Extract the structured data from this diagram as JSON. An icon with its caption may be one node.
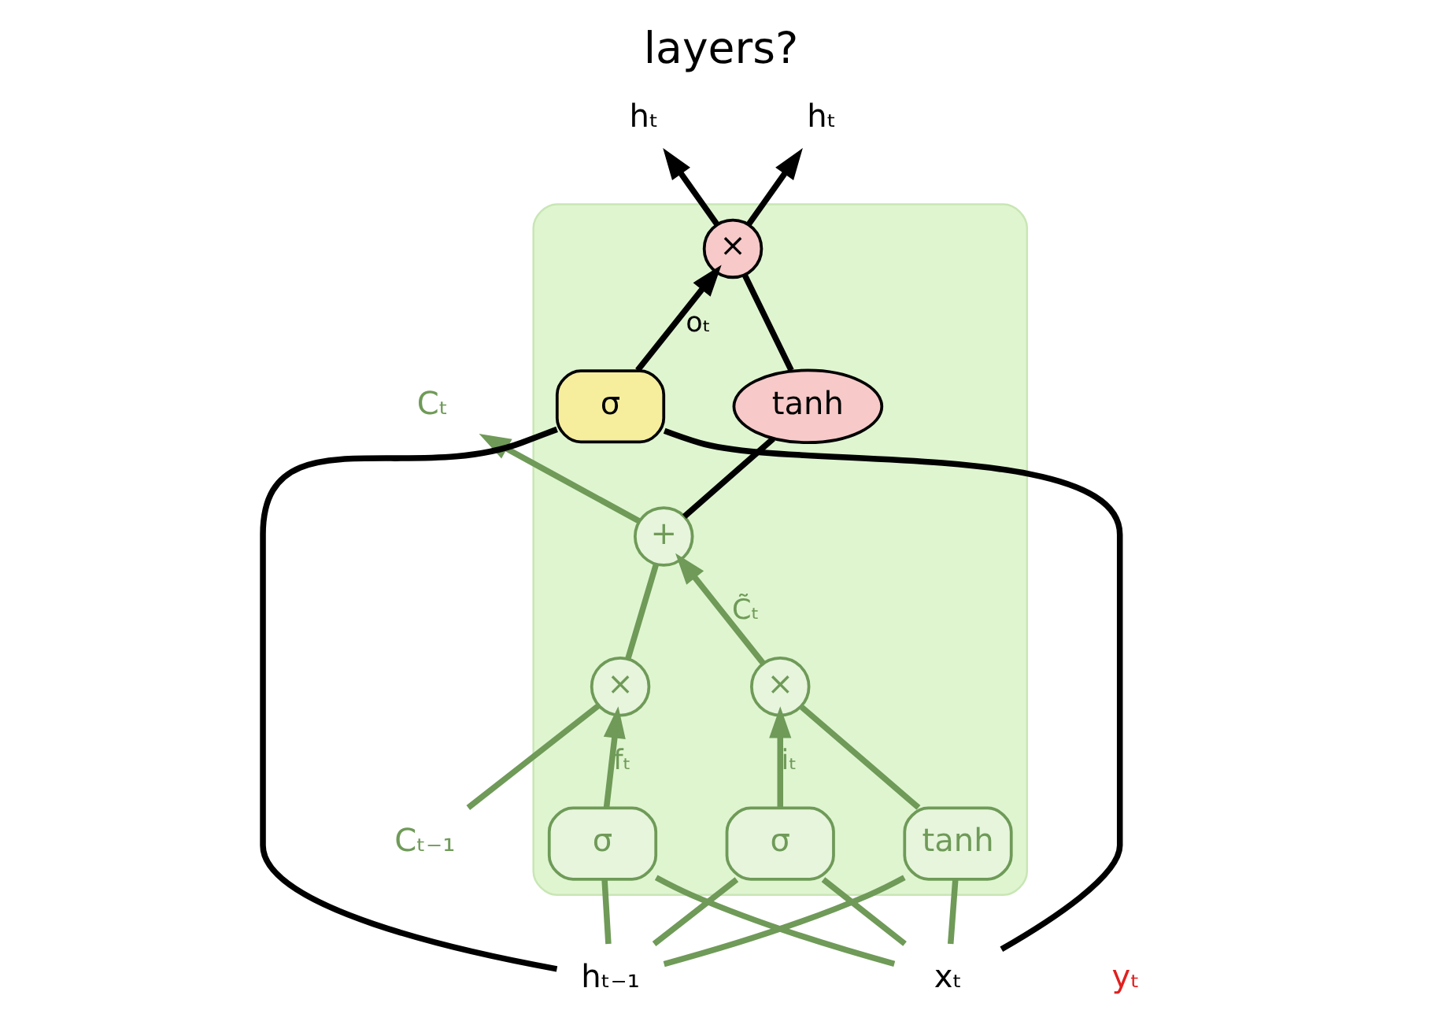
{
  "diagram": {
    "title": "layers?",
    "nodes": [
      {
        "text": [],
        "shape": "box"
      },
      {
        "text": [
          "Cₜ₋₁"
        ]
      },
      {
        "text": [
          "×"
        ],
        "in": 0
      },
      {
        "text": [
          "+"
        ],
        "in": 0
      },
      {
        "text": [
          "Cₜ"
        ]
      },
      {
        "text": [
          "σ"
        ],
        "in": 0
      },
      {
        "text": [
          "σ"
        ],
        "in": 0
      },
      {
        "text": [
          "tanh"
        ],
        "in": 0
      },
      {
        "text": [
          "×"
        ],
        "in": 0
      },
      {
        "text": [
          "σ"
        ],
        "in": 0
      },
      {
        "text": [
          "tanh"
        ],
        "in": 0
      },
      {
        "text": [
          "×"
        ],
        "in": 0
      },
      {
        "text": [
          "hₜ₋₁"
        ]
      },
      {
        "text": [
          "xₜ"
        ]
      },
      {
        "text": [
          "hₜ"
        ]
      },
      {
        "text": [
          "hₜ"
        ]
      }
    ],
    "edges": [
      {
        "from": 1,
        "to": 2,
        "arrow": "none"
      },
      {
        "from": 2,
        "to": 3,
        "arrow": "none"
      },
      {
        "from": 3,
        "to": 4,
        "arrow": "to"
      },
      {
        "from": 5,
        "to": 2,
        "arrow": "to",
        "label": "fₜ"
      },
      {
        "from": 6,
        "to": 8,
        "arrow": "to",
        "label": "iₜ"
      },
      {
        "from": 7,
        "to": 8,
        "arrow": "none"
      },
      {
        "from": 8,
        "to": 3,
        "arrow": "to",
        "label": "C̃ₜ"
      },
      {
        "from": 12,
        "to": 5,
        "arrow": "none"
      },
      {
        "from": 12,
        "to": 6,
        "arrow": "none"
      },
      {
        "from": 12,
        "to": 7,
        "arrow": "none"
      },
      {
        "from": 12,
        "to": 9,
        "arrow": "none",
        "color": "#000000"
      },
      {
        "from": 13,
        "to": 5,
        "arrow": "none"
      },
      {
        "from": 13,
        "to": 6,
        "arrow": "none"
      },
      {
        "from": 13,
        "to": 7,
        "arrow": "none"
      },
      {
        "from": 13,
        "to": 9,
        "arrow": "none",
        "color": "#000000"
      },
      {
        "from": 9,
        "to": 11,
        "arrow": "to",
        "label": "oₜ",
        "color": "#000000"
      },
      {
        "from": 3,
        "to": 10,
        "arrow": "none",
        "color": "#000000"
      },
      {
        "from": 10,
        "to": 11,
        "arrow": "none",
        "color": "#000000"
      },
      {
        "from": 11,
        "to": 14,
        "arrow": "to",
        "color": "#000000"
      },
      {
        "from": 11,
        "to": 15,
        "arrow": "to",
        "color": "#000000"
      }
    ],
    "labels": [
      "yₜ"
    ]
  }
}
